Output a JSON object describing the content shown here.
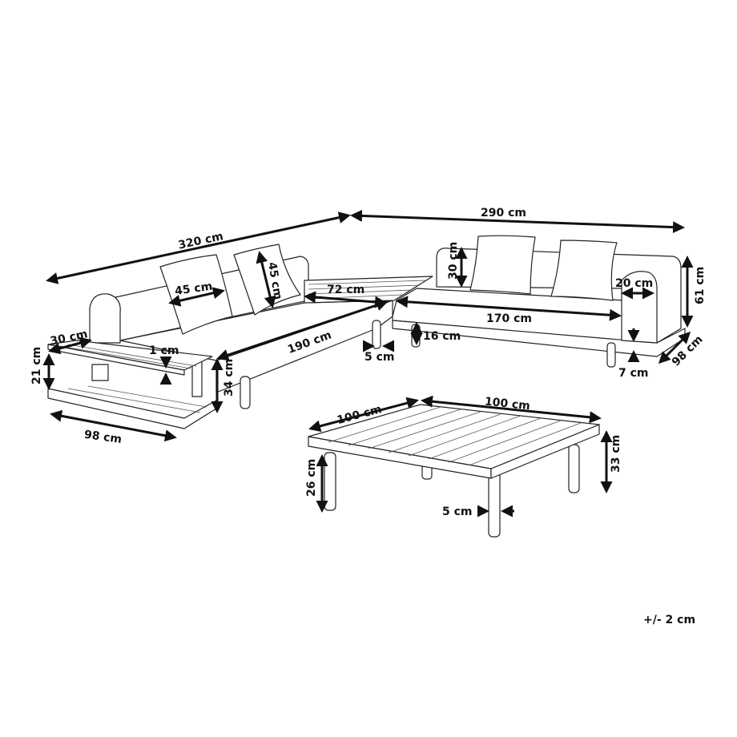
{
  "dimensions": {
    "sofa_left_length": "320 cm",
    "sofa_right_length": "290 cm",
    "pillow_width": "45 cm",
    "pillow_height": "45 cm",
    "corner_table": "72 cm",
    "left_seat_length": "190 cm",
    "leg_width_sofa": "5 cm",
    "side_table_depth": "30 cm",
    "side_table_gap": "1 cm",
    "side_table_height": "21 cm",
    "seat_height": "34 cm",
    "side_table_length": "98 cm",
    "backrest_height": "30 cm",
    "armrest_width": "20 cm",
    "right_seat_length": "170 cm",
    "leg_height_sofa": "16 cm",
    "base_height": "7 cm",
    "total_height": "61 cm",
    "sofa_depth": "98 cm",
    "coffee_table_depth": "100 cm",
    "coffee_table_width": "100 cm",
    "coffee_table_height": "33 cm",
    "coffee_table_leg_height": "26 cm",
    "coffee_table_leg_width": "5 cm"
  },
  "tolerance": "+/- 2 cm"
}
